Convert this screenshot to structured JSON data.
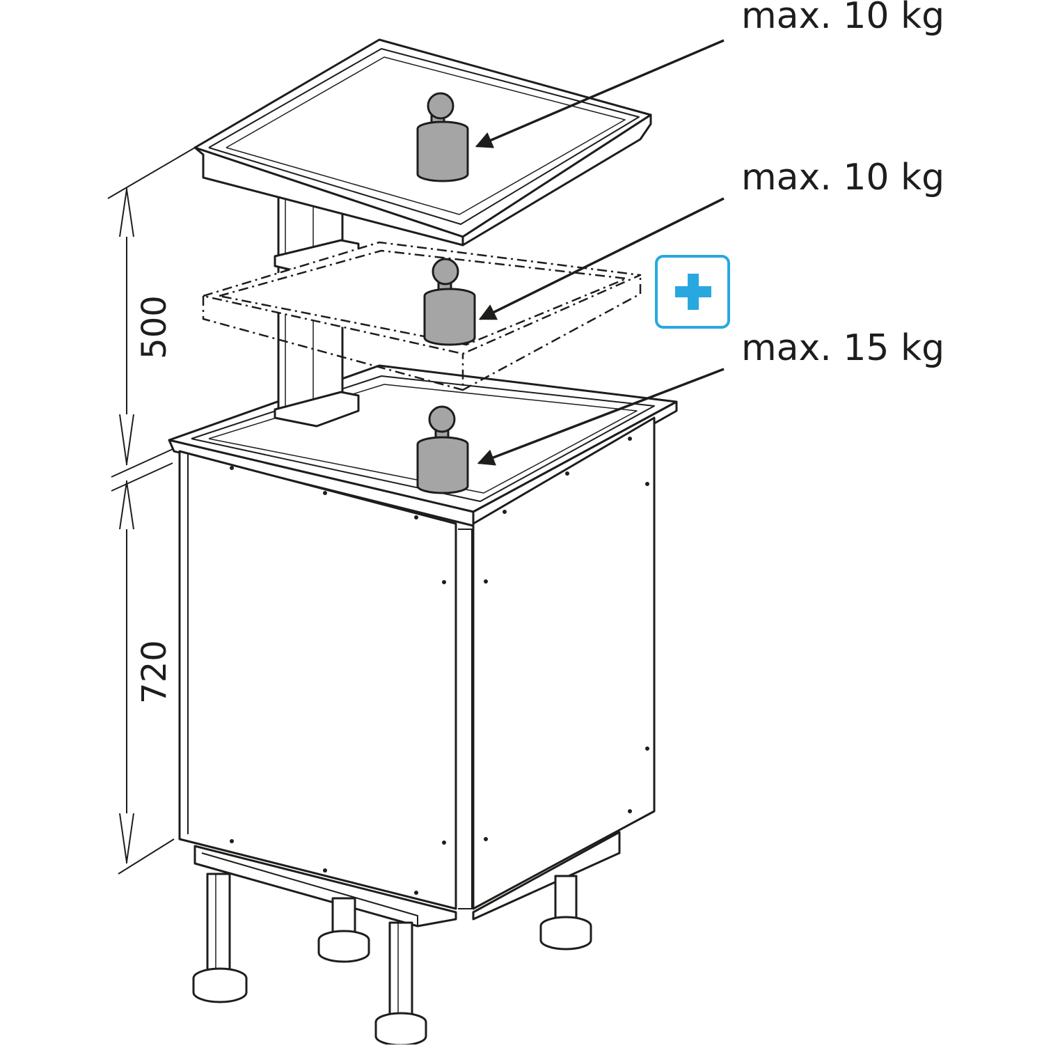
{
  "load_labels": {
    "top_shelf": "max. 10 kg",
    "middle_shelf": "max. 10 kg",
    "cabinet_top": "max. 15 kg"
  },
  "dimensions": {
    "upper_height": "500",
    "cabinet_height": "720"
  },
  "icons": {
    "add": "plus-icon"
  },
  "colors": {
    "line": "#1d1d1b",
    "weight_fill": "#a5a5a5",
    "accent": "#29a8e0"
  }
}
